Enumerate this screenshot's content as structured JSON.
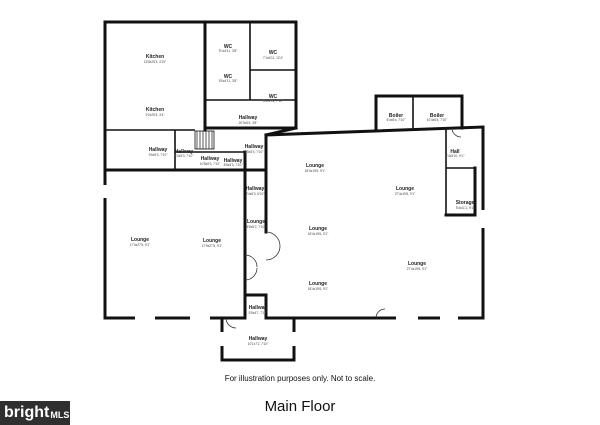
{
  "floor_title": "Main Floor",
  "disclaimer": "For illustration purposes only. Not to scale.",
  "watermark": {
    "logo": "bright",
    "suffix": "MLS"
  },
  "rooms": {
    "kitchen_upper": {
      "name": "Kitchen",
      "dims": "15'5x25'3, 4'10\""
    },
    "kitchen_lower": {
      "name": "Kitchen",
      "dims": "9'2x25'3, 3'4\""
    },
    "wc_1": {
      "name": "WC",
      "dims": "5'1x4'11, 3'8\""
    },
    "wc_2": {
      "name": "WC",
      "dims": "7'1x6'11, 12'4\""
    },
    "wc_3": {
      "name": "WC",
      "dims": "5'0x4'11, 3'8\""
    },
    "wc_4": {
      "name": "WC",
      "dims": "5'5x4'11, 7'10\""
    },
    "hallway_top": {
      "name": "Hallway",
      "dims": "20'3x5'4, 3'8\""
    },
    "hallway_left": {
      "name": "Hallway",
      "dims": "9'6x5'3, 7'10\""
    },
    "hallway_a": {
      "name": "Hallway",
      "dims": "8'4x5'3, 7'10\""
    },
    "hallway_b": {
      "name": "Hallway",
      "dims": "10'8x5'3, 7'10\""
    },
    "hallway_c": {
      "name": "Hallway",
      "dims": "8'8x5'3, 7'10\""
    },
    "hallway_mid": {
      "name": "Hallway",
      "dims": "6'8x5'4, 7'10\""
    },
    "hallway_vert": {
      "name": "Hallway",
      "dims": "8'4x6'3, 6'10\""
    },
    "lounge_left": {
      "name": "Lounge",
      "dims": "17'4x27'5, 9'1\""
    },
    "lounge_center_left": {
      "name": "Lounge",
      "dims": "17'9x27'5, 9'1\""
    },
    "lounge_small": {
      "name": "Lounge",
      "dims": "6'8x5'2, 7'10\""
    },
    "lounge_top": {
      "name": "Lounge",
      "dims": "18'4x19'6, 9'1\""
    },
    "lounge_right": {
      "name": "Lounge",
      "dims": "27'4x19'6, 9'1\""
    },
    "lounge_middle": {
      "name": "Lounge",
      "dims": "18'4x19'6, 9'1\""
    },
    "lounge_bottom_right": {
      "name": "Lounge",
      "dims": "27'4x19'6, 9'1\""
    },
    "lounge_bottom": {
      "name": "Lounge",
      "dims": "18'4x19'6, 9'1\""
    },
    "boiler_1": {
      "name": "Boiler",
      "dims": "6'4x6'4, 7'10\""
    },
    "boiler_2": {
      "name": "Boiler",
      "dims": "10'4x6'4, 7'10\""
    },
    "hall": {
      "name": "Hall",
      "dims": "6'4x5'10, 9'1\""
    },
    "storage": {
      "name": "Storage",
      "dims": "5'4x11'1, 9'1\""
    },
    "hallway_entry": {
      "name": "Hallway",
      "dims": "5'9x4'7, 7'10\""
    },
    "hallway_porch": {
      "name": "Hallway",
      "dims": "10'1x7'2, 7'10\""
    }
  }
}
